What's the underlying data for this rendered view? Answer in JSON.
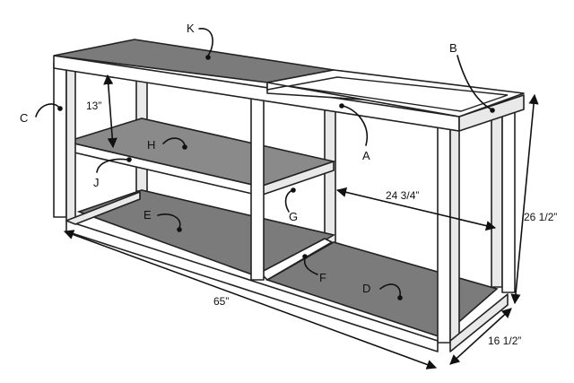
{
  "labels": {
    "A": "A",
    "B": "B",
    "C": "C",
    "D": "D",
    "E": "E",
    "F": "F",
    "G": "G",
    "H": "H",
    "J": "J",
    "K": "K"
  },
  "dimensions": {
    "shelf_gap": "13”",
    "inner_width": "24 3/4”",
    "height": "26 1/2”",
    "length": "65”",
    "depth": "16 1/2”"
  },
  "colors": {
    "panel": "#7b7b7b",
    "wood": "#ffffff",
    "line": "#222222"
  }
}
